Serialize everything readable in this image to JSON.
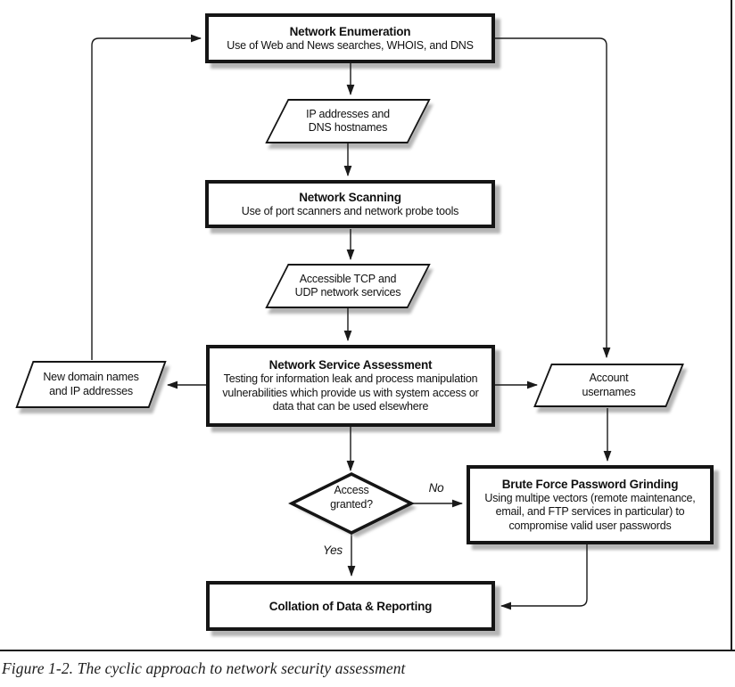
{
  "figure": {
    "caption": "Figure 1-2. The cyclic approach to network security assessment"
  },
  "nodes": {
    "network_enumeration": {
      "title": "Network Enumeration",
      "lines": [
        "Use of Web and News searches, WHOIS, and DNS"
      ]
    },
    "ip_addresses": {
      "lines": [
        "IP addresses and",
        "DNS hostnames"
      ]
    },
    "network_scanning": {
      "title": "Network Scanning",
      "lines": [
        "Use of port scanners and network probe tools"
      ]
    },
    "accessible_services": {
      "lines": [
        "Accessible TCP and",
        "UDP network services"
      ]
    },
    "network_service_assessment": {
      "title": "Network Service Assessment",
      "lines": [
        "Testing for information leak and process manipulation",
        "vulnerabilities which provide us with system access or",
        "data that can be used elsewhere"
      ]
    },
    "new_domain_names": {
      "lines": [
        "New domain names",
        "and IP addresses"
      ]
    },
    "account_usernames": {
      "lines": [
        "Account",
        "usernames"
      ]
    },
    "access_granted": {
      "lines": [
        "Access",
        "granted?"
      ]
    },
    "brute_force": {
      "title": "Brute Force Password Grinding",
      "lines": [
        "Using multipe vectors (remote maintenance,",
        "email, and FTP services in particular) to",
        "compromise valid user passwords"
      ]
    },
    "collation": {
      "title": "Collation of Data & Reporting"
    }
  },
  "edges": {
    "no_label": "No",
    "yes_label": "Yes"
  },
  "colors": {
    "line": "#1a1a1a",
    "border": "#151515",
    "shadow": "#b4b4b4",
    "background": "#ffffff"
  }
}
